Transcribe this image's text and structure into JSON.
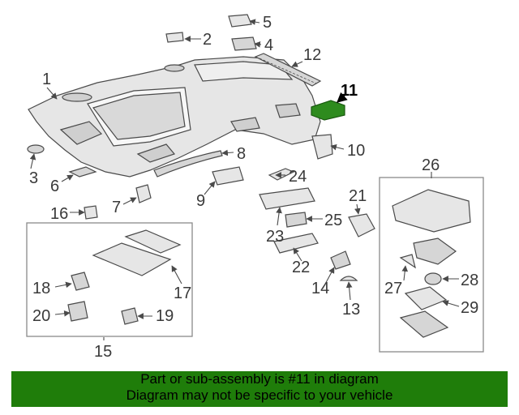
{
  "diagram": {
    "callouts": [
      {
        "id": "1",
        "text": "1",
        "highlighted": false
      },
      {
        "id": "2",
        "text": "2",
        "highlighted": false
      },
      {
        "id": "3",
        "text": "3",
        "highlighted": false
      },
      {
        "id": "4",
        "text": "4",
        "highlighted": false
      },
      {
        "id": "5",
        "text": "5",
        "highlighted": false
      },
      {
        "id": "6",
        "text": "6",
        "highlighted": false
      },
      {
        "id": "7",
        "text": "7",
        "highlighted": false
      },
      {
        "id": "8",
        "text": "8",
        "highlighted": false
      },
      {
        "id": "9",
        "text": "9",
        "highlighted": false
      },
      {
        "id": "10",
        "text": "10",
        "highlighted": false
      },
      {
        "id": "11",
        "text": "11",
        "highlighted": true
      },
      {
        "id": "12",
        "text": "12",
        "highlighted": false
      },
      {
        "id": "13",
        "text": "13",
        "highlighted": false
      },
      {
        "id": "14",
        "text": "14",
        "highlighted": false
      },
      {
        "id": "15",
        "text": "15",
        "highlighted": false
      },
      {
        "id": "16",
        "text": "16",
        "highlighted": false
      },
      {
        "id": "17",
        "text": "17",
        "highlighted": false
      },
      {
        "id": "18",
        "text": "18",
        "highlighted": false
      },
      {
        "id": "19",
        "text": "19",
        "highlighted": false
      },
      {
        "id": "20",
        "text": "20",
        "highlighted": false
      },
      {
        "id": "21",
        "text": "21",
        "highlighted": false
      },
      {
        "id": "22",
        "text": "22",
        "highlighted": false
      },
      {
        "id": "23",
        "text": "23",
        "highlighted": false
      },
      {
        "id": "24",
        "text": "24",
        "highlighted": false
      },
      {
        "id": "25",
        "text": "25",
        "highlighted": false
      },
      {
        "id": "26",
        "text": "26",
        "highlighted": false
      },
      {
        "id": "27",
        "text": "27",
        "highlighted": false
      },
      {
        "id": "28",
        "text": "28",
        "highlighted": false
      },
      {
        "id": "29",
        "text": "29",
        "highlighted": false
      }
    ],
    "colors": {
      "line": "#4a4a4a",
      "part_fill": "#e6e6e6",
      "part_dark": "#bdbdbd",
      "highlight_part": "#2e8b1e",
      "box_border": "#8a8a8a"
    }
  },
  "banner": {
    "line1": "Part or sub-assembly is #11 in diagram",
    "line2": "Diagram may not be specific to your vehicle",
    "background": "#1f7d0a"
  }
}
